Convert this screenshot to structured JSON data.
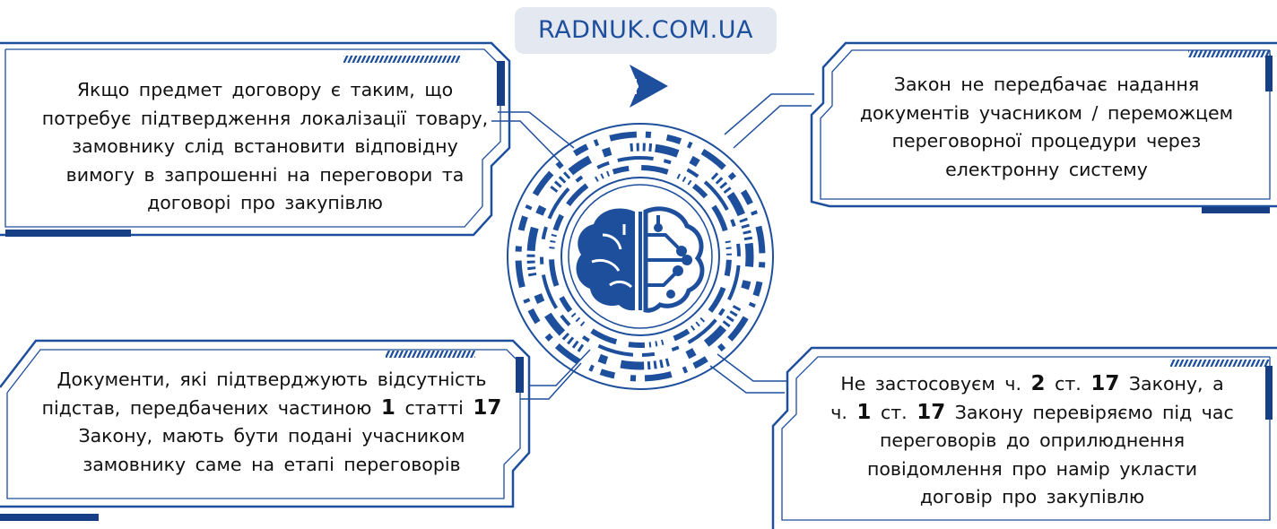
{
  "site": {
    "label": "RADNUK.COM.UA"
  },
  "logo_icon": "play-chevron-logo",
  "center_icon": "brain-circuit-icon",
  "colors": {
    "navy": "#1e4f9c",
    "dark_navy": "#173f86",
    "badge_bg": "#e3e8f1",
    "text": "#111111"
  },
  "boxes": {
    "top_left": {
      "lines": [
        "Якщо предмет договору є таким, що",
        "потребує підтвердження локалізації товару,",
        "замовнику слід встановити відповідну",
        "вимогу в запрошенні на переговори та",
        "договорі про закупівлю"
      ]
    },
    "top_right": {
      "lines": [
        "Закон не передбачає надання",
        "документів учасником / переможцем",
        "переговорної процедури через",
        "електронну систему"
      ]
    },
    "bottom_left": {
      "line1": "Документи, які підтверджують відсутність",
      "line2_a": "підстав, передбачених частиною",
      "line2_n1": "1",
      "line2_b": "статті",
      "line2_n2": "17",
      "line3": "Закону, мають бути подані учасником",
      "line4": "замовнику саме на етапі переговорів"
    },
    "bottom_right": {
      "line1_a": "Не застосовуєм ч.",
      "line1_n1": "2",
      "line1_b": "ст.",
      "line1_n2": "17",
      "line1_c": "Закону, а",
      "line2_a": "ч.",
      "line2_n1": "1",
      "line2_b": "ст.",
      "line2_n2": "17",
      "line2_c": "Закону перевіряємо під час",
      "line3": "переговорів до оприлюднення",
      "line4": "повідомлення про намір укласти",
      "line5": "договір про закупівлю"
    }
  }
}
